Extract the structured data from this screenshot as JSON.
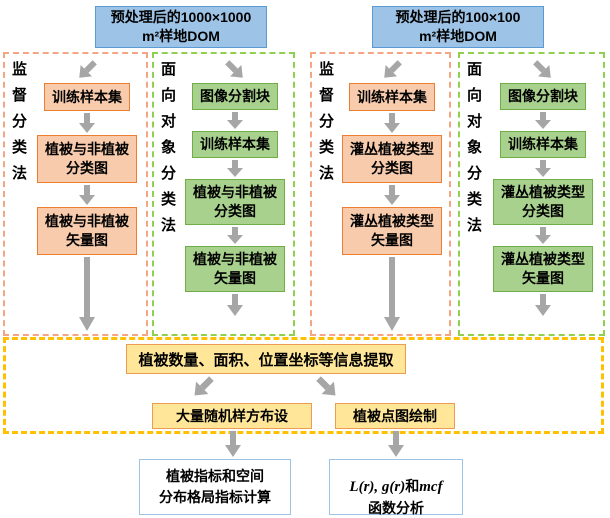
{
  "top_boxes": [
    {
      "text": "预处理后的1000×1000\nm²样地DOM"
    },
    {
      "text": "预处理后的100×100\nm²样地DOM"
    }
  ],
  "columns": [
    {
      "label": "监督分类法",
      "boxes": [
        "训练样本集",
        "植被与非植被\n分类图",
        "植被与非植被\n矢量图"
      ]
    },
    {
      "label": "面向对象分类法",
      "boxes": [
        "图像分割块",
        "训练样本集",
        "植被与非植被\n分类图",
        "植被与非植被\n矢量图"
      ]
    },
    {
      "label": "监督分类法",
      "boxes": [
        "训练样本集",
        "灌丛植被类型\n分类图",
        "灌丛植被类型\n矢量图"
      ]
    },
    {
      "label": "面向对象分类法",
      "boxes": [
        "图像分割块",
        "训练样本集",
        "灌丛植被类型\n分类图",
        "灌丛植被类型\n矢量图"
      ]
    }
  ],
  "extraction": {
    "main": "植被数量、面积、位置坐标等信息提取",
    "left": "大量随机样方布设",
    "right": "植被点图绘制"
  },
  "outputs": {
    "left": "植被指标和空间\n分布格局指标计算",
    "right_seg1": "L(r), g(r)",
    "right_seg2": "和",
    "right_seg3": "mcf",
    "right_line2": "函数分析"
  },
  "colors": {
    "blue_fill": "#9DC3E6",
    "blue_border": "#5B9BD5",
    "orange_fill": "#F8CBAD",
    "orange_border": "#ED7D31",
    "green_fill": "#A9D18E",
    "green_border": "#70AD47",
    "yellow_fill": "#FFE699",
    "yellow_border": "#ED9D53",
    "gold_dash": "#FFC000",
    "salmon_dash": "#F4A583",
    "green_dash": "#8FD04F",
    "arrow": "#A6A6A6",
    "output_border": "#9DC3E6"
  }
}
